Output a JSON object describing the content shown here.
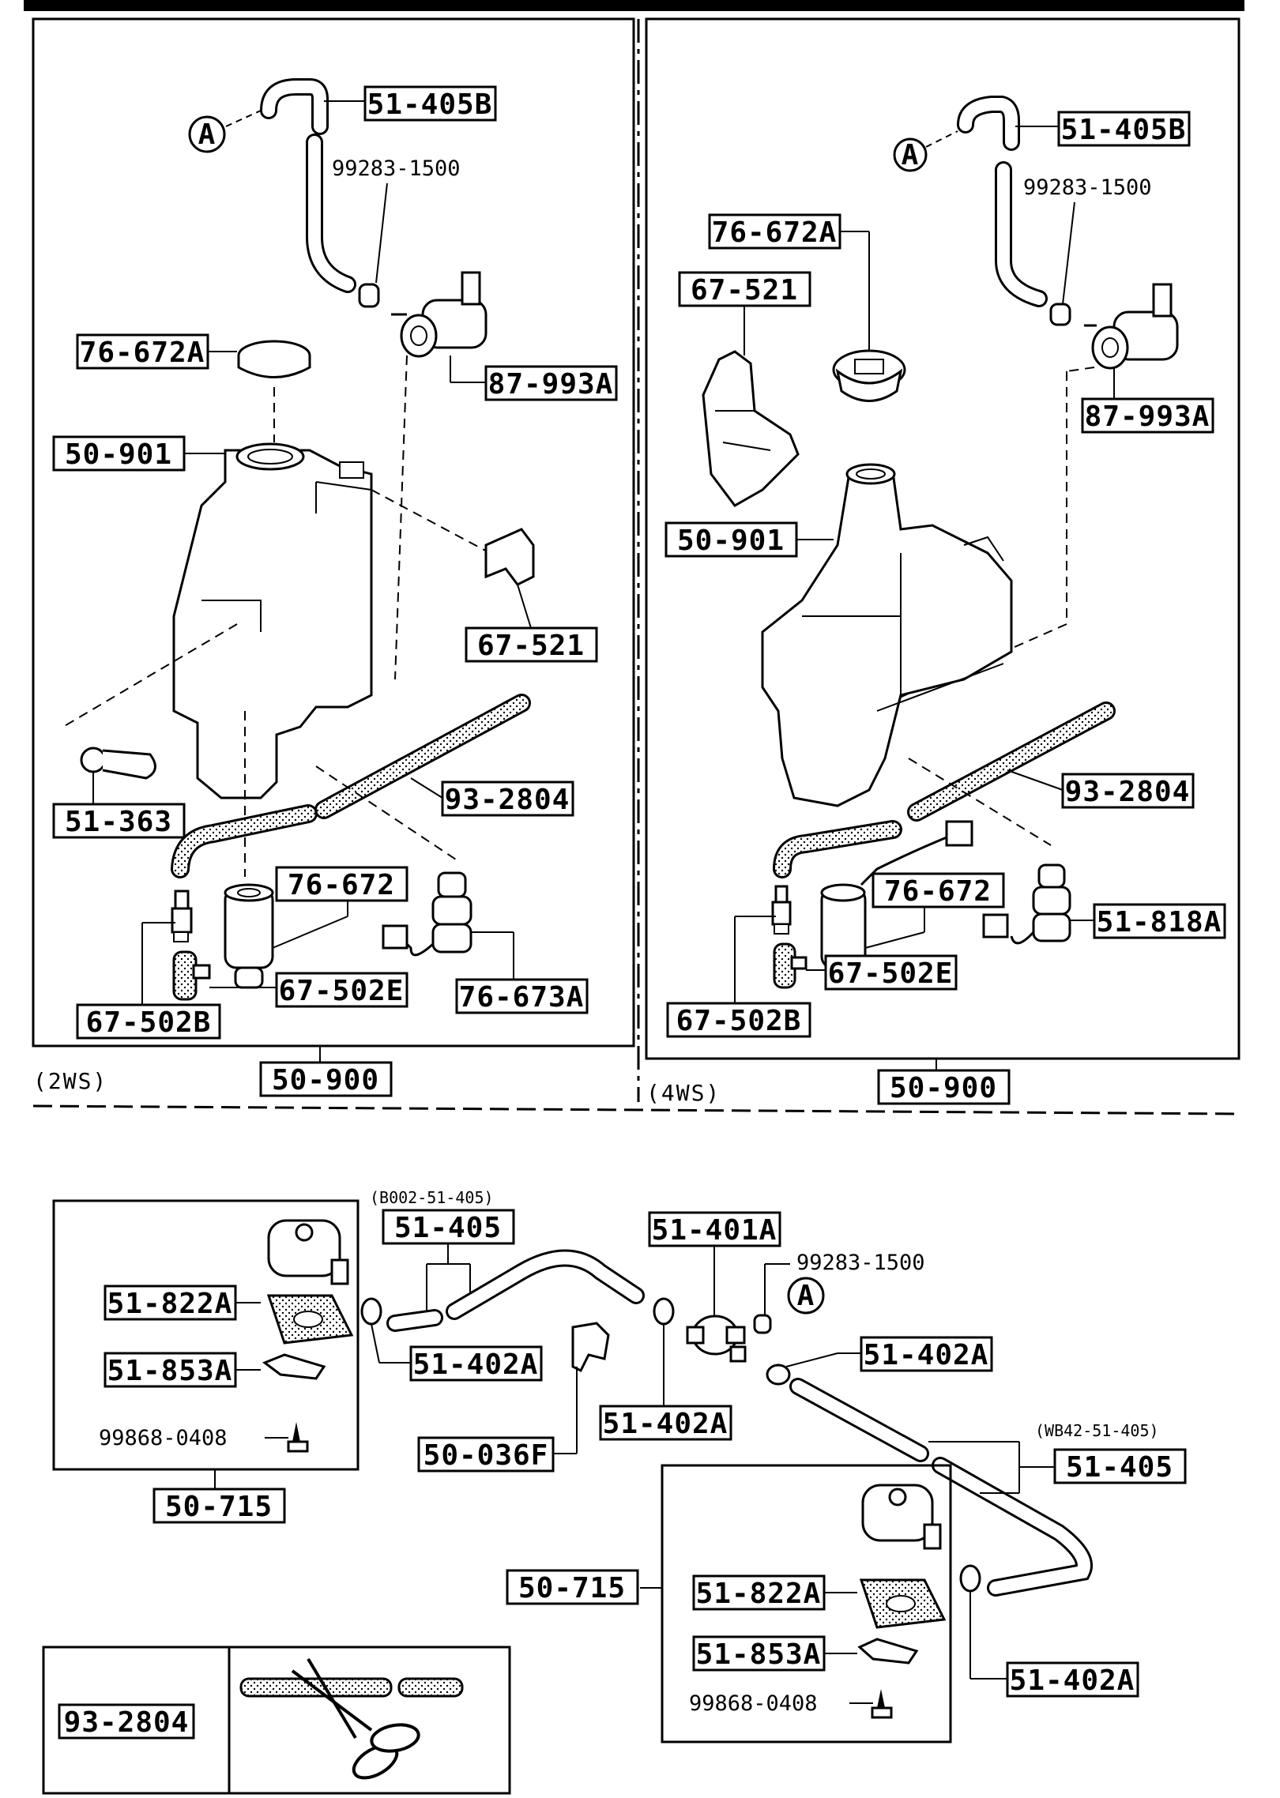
{
  "header_rule": "",
  "panels": {
    "left_variant": "(2WS)",
    "right_variant": "(4WS)",
    "left_assembly": "50-900",
    "right_assembly": "50-900"
  },
  "left_panel": {
    "hose_upper": "51-405B",
    "ref_a": "A",
    "hose_part_no": "99283-1500",
    "cap": "76-672A",
    "pump_motor": "87-993A",
    "tank": "50-901",
    "bracket": "67-521",
    "clamp": "51-363",
    "hose_lower": "93-2804",
    "pump": "76-672",
    "joint": "67-502E",
    "nozzle": "67-502B",
    "level_sensor": "76-673A"
  },
  "right_panel": {
    "hose_upper": "51-405B",
    "ref_a": "A",
    "hose_part_no": "99283-1500",
    "cap": "76-672A",
    "bracket": "67-521",
    "pump_motor": "87-993A",
    "tank": "50-901",
    "hose_lower": "93-2804",
    "pump": "76-672",
    "level_sensor": "51-818A",
    "joint": "67-502E",
    "nozzle": "67-502B"
  },
  "lower_section": {
    "hose_ref_1": "(B002-51-405)",
    "hose_1": "51-405",
    "valve": "51-401A",
    "hose_part_no": "99283-1500",
    "ref_a": "A",
    "clip_1": "51-402A",
    "clip_2": "51-402A",
    "clip_3": "51-402A",
    "clip_4": "51-402A",
    "retainer": "50-036F",
    "hose_ref_2": "(WB42-51-405)",
    "hose_2": "51-405",
    "nozzle_left": {
      "nozzle": "51-822A",
      "packing": "51-853A",
      "screw": "99868-0408",
      "assembly": "50-715"
    },
    "nozzle_right": {
      "nozzle": "51-822A",
      "packing": "51-853A",
      "screw": "99868-0408",
      "assembly": "50-715"
    },
    "hose_bulk": "93-2804"
  }
}
